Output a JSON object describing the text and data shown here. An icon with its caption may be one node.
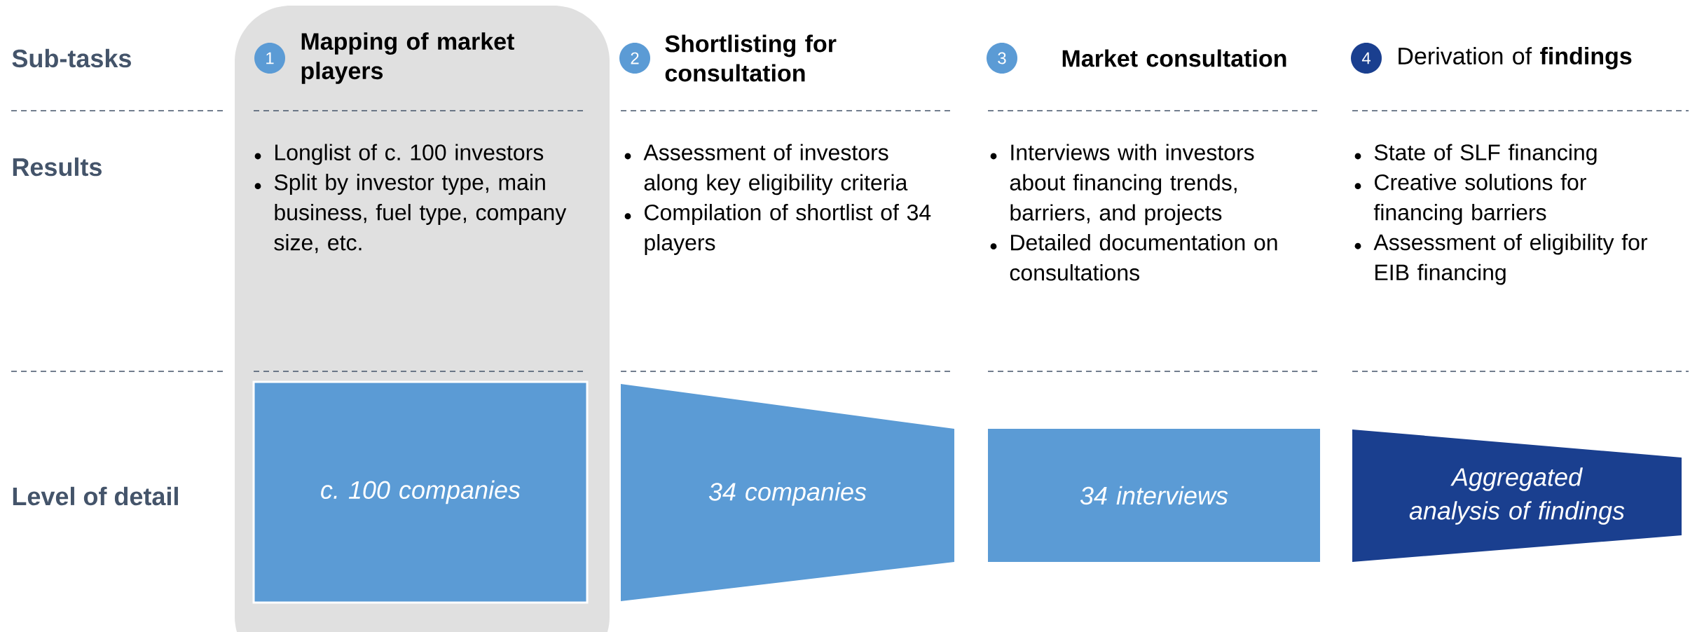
{
  "diagram": {
    "nodes": [
      {
        "text": [
          "1"
        ],
        "beside": [
          "Mapping of market players"
        ]
      },
      {
        "text": [
          "2"
        ],
        "beside": [
          "Shortlisting for consultation"
        ]
      },
      {
        "text": [
          "3"
        ],
        "beside": [
          "Market consultation"
        ]
      },
      {
        "text": [
          "4"
        ],
        "beside": [
          "Derivation of **findings**"
        ]
      },
      {
        "text": [
          "c. 100 companies"
        ]
      },
      {
        "text": [
          "34 companies"
        ]
      },
      {
        "text": [
          "34 interviews"
        ]
      },
      {
        "text": [
          "Aggregated analysis of findings"
        ]
      }
    ],
    "labels": [
      "Sub-tasks",
      "Results",
      "Longlist of c. 100 investors",
      "Split by investor type, main business, fuel type, company size, etc.",
      "Assessment of investors along key eligibility criteria",
      "Compilation of shortlist of 34 players",
      "Interviews with investors about financing trends, barriers, and projects",
      "Detailed documentation on consultations",
      "State of SLF financing",
      "Creative solutions for financing barriers",
      "Assessment of eligibility for EIB financing",
      "Level of detail"
    ]
  }
}
